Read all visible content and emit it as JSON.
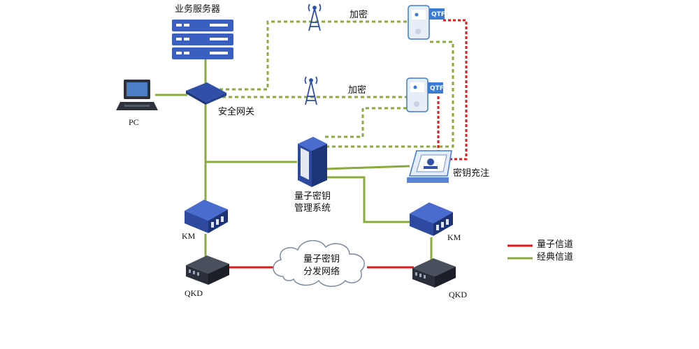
{
  "labels": {
    "server": "业务服务器",
    "pc": "PC",
    "gateway": "安全网关",
    "encrypt_top": "加密",
    "encrypt_mid": "加密",
    "qkms_line1": "量子密钥",
    "qkms_line2": "管理系统",
    "key_charge": "密钥充注",
    "km_left": "KM",
    "km_right": "KM",
    "qkd_left": "QKD",
    "qkd_right": "QKD",
    "cloud_line1": "量子密钥",
    "cloud_line2": "分发网络",
    "phone_tag_top": "QTF",
    "phone_tag_mid": "QTF"
  },
  "legend": {
    "quantum": "量子信道",
    "classic": "经典信道"
  },
  "colors": {
    "quantum": "#e0191b",
    "classic": "#8aab3c",
    "device_blue": "#2f4fa8",
    "device_light": "#5b84d6",
    "tag_blue": "#3a7bd5"
  }
}
